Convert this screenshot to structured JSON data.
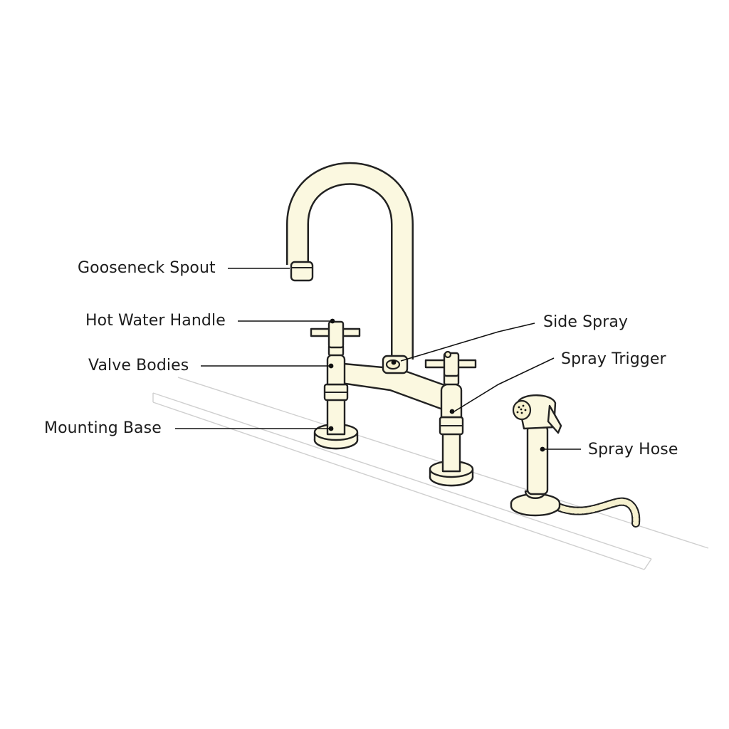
{
  "labels": {
    "gooseneck_spout": "Gooseneck Spout",
    "hot_water_handle": "Hot Water Handle",
    "valve_bodies": "Valve Bodies",
    "mounting_base": "Mounting Base",
    "side_spray": "Side Spray",
    "spray_trigger": "Spray Trigger",
    "spray_hose": "Spray Hose"
  },
  "colors": {
    "fixture_fill": "#fbf8e0",
    "outline": "#222222",
    "leader": "#111111",
    "counter": "#cfcfcf"
  }
}
